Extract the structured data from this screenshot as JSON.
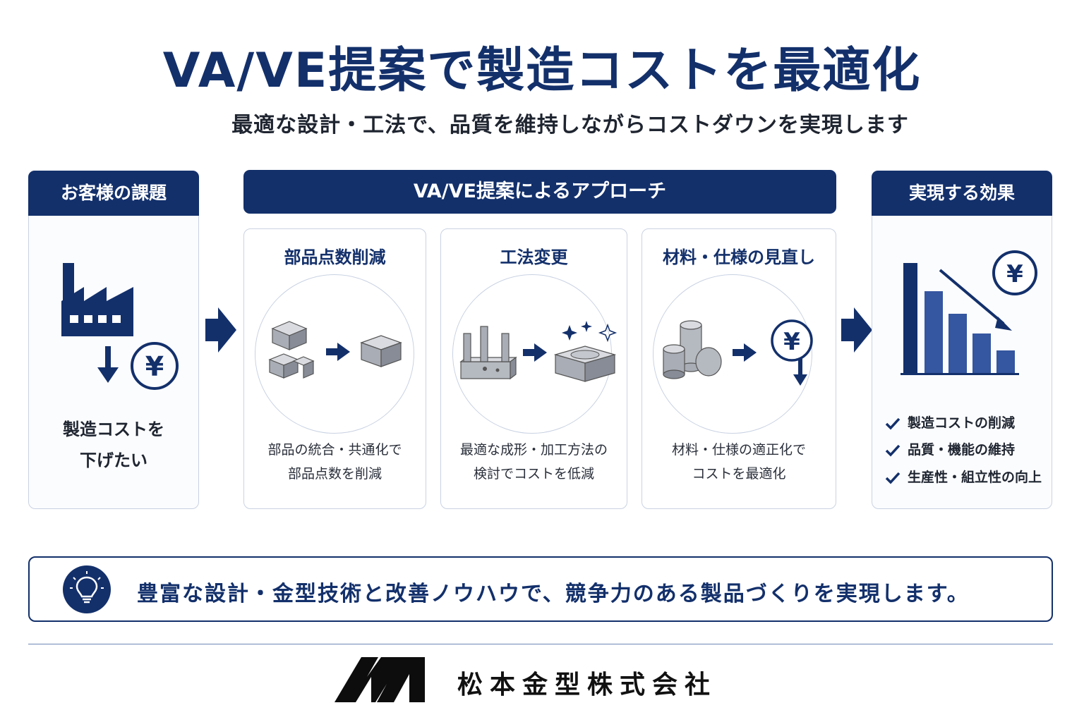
{
  "header": {
    "title": "VA/VE提案で製造コストを最適化",
    "subtitle": "最適な設計・工法で、品質を維持しながらコストダウンを実現します"
  },
  "left_panel": {
    "header": "お客様の課題",
    "desc_line1": "製造コストを",
    "desc_line2": "下げたい",
    "icons": [
      "factory-icon",
      "down-arrow-icon",
      "yen-icon"
    ]
  },
  "approach": {
    "header": "VA/VE提案によるアプローチ",
    "cards": [
      {
        "title": "部品点数削減",
        "desc_line1": "部品の統合・共通化で",
        "desc_line2": "部品点数を削減",
        "icon": "parts-consolidation-icon"
      },
      {
        "title": "工法変更",
        "desc_line1": "最適な成形・加工方法の",
        "desc_line2": "検討でコストを低減",
        "icon": "method-change-icon"
      },
      {
        "title": "材料・仕様の見直し",
        "desc_line1": "材料・仕様の適正化で",
        "desc_line2": "コストを最適化",
        "icon": "material-review-icon"
      }
    ]
  },
  "right_panel": {
    "header": "実現する効果",
    "benefits": [
      "製造コストの削減",
      "品質・機能の維持",
      "生産性・組立性の向上"
    ],
    "icons": [
      "declining-bar-chart-icon",
      "yen-icon",
      "check-icon"
    ]
  },
  "banner": {
    "text": "豊富な設計・金型技術と改善ノウハウで、競争力のある製品づくりを実現します。",
    "icon": "lightbulb-icon"
  },
  "footer": {
    "company": "松本金型株式会社",
    "logo": "company-logo"
  },
  "colors": {
    "navy": "#13306b",
    "chart_blue": "#3556a0",
    "border": "#c9d2e2"
  }
}
